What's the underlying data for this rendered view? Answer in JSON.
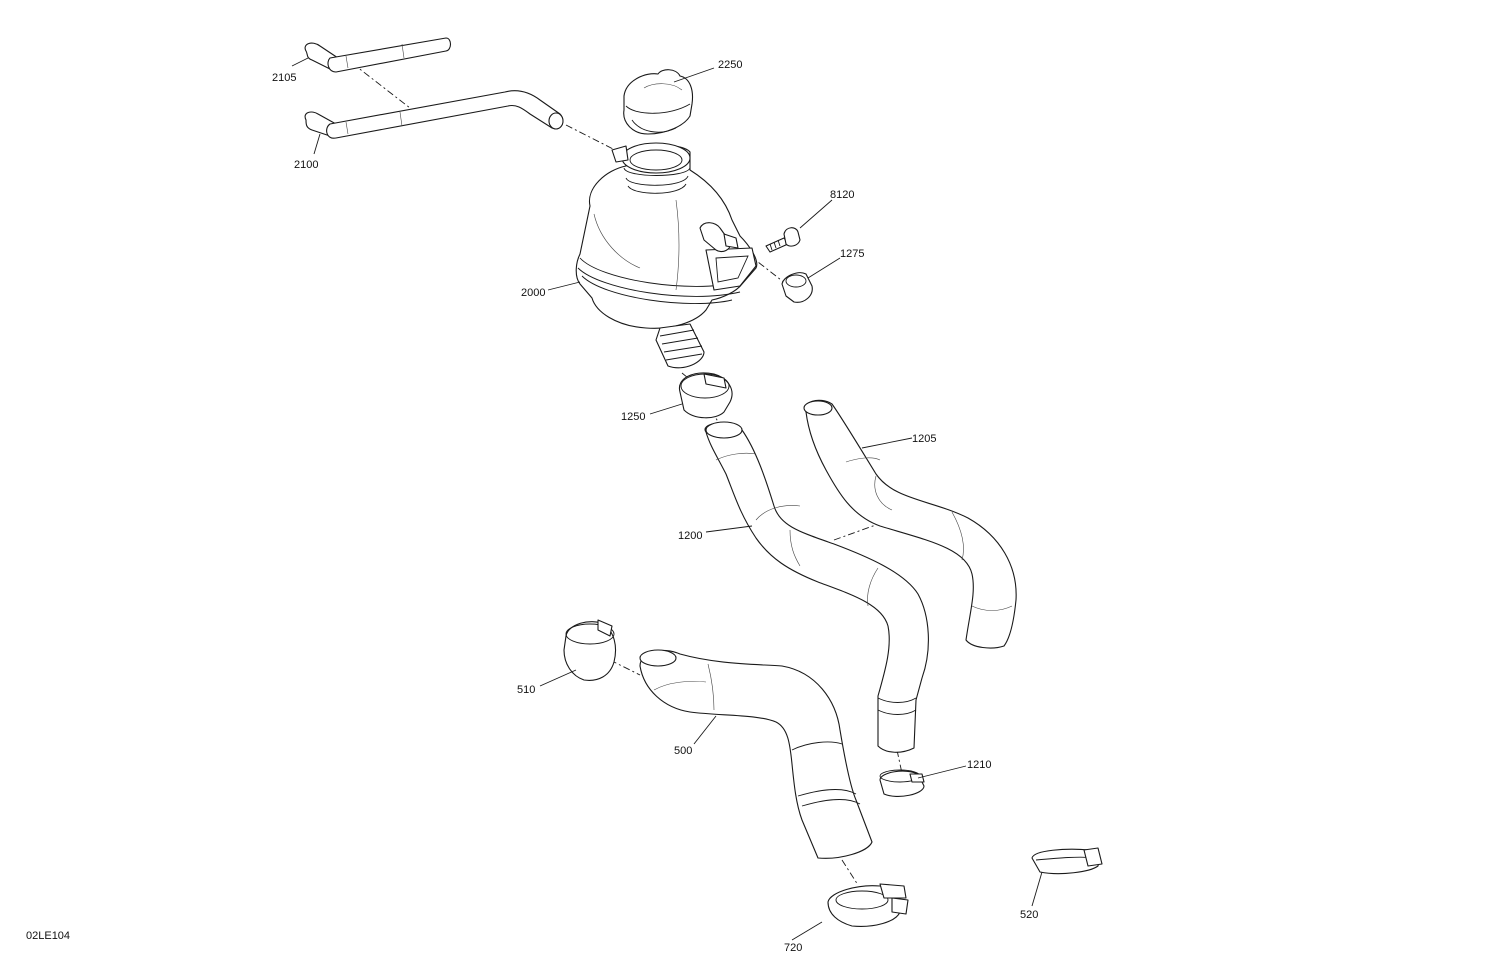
{
  "drawing_number": "02LE104",
  "callouts": {
    "c2105": "2105",
    "c2100": "2100",
    "c2250": "2250",
    "c8120": "8120",
    "c1275": "1275",
    "c2000": "2000",
    "c1250": "1250",
    "c1205": "1205",
    "c1200": "1200",
    "c510": "510",
    "c500": "500",
    "c1210": "1210",
    "c520": "520",
    "c720": "720"
  },
  "colors": {
    "line": "#1a1a1a",
    "background": "#ffffff"
  }
}
